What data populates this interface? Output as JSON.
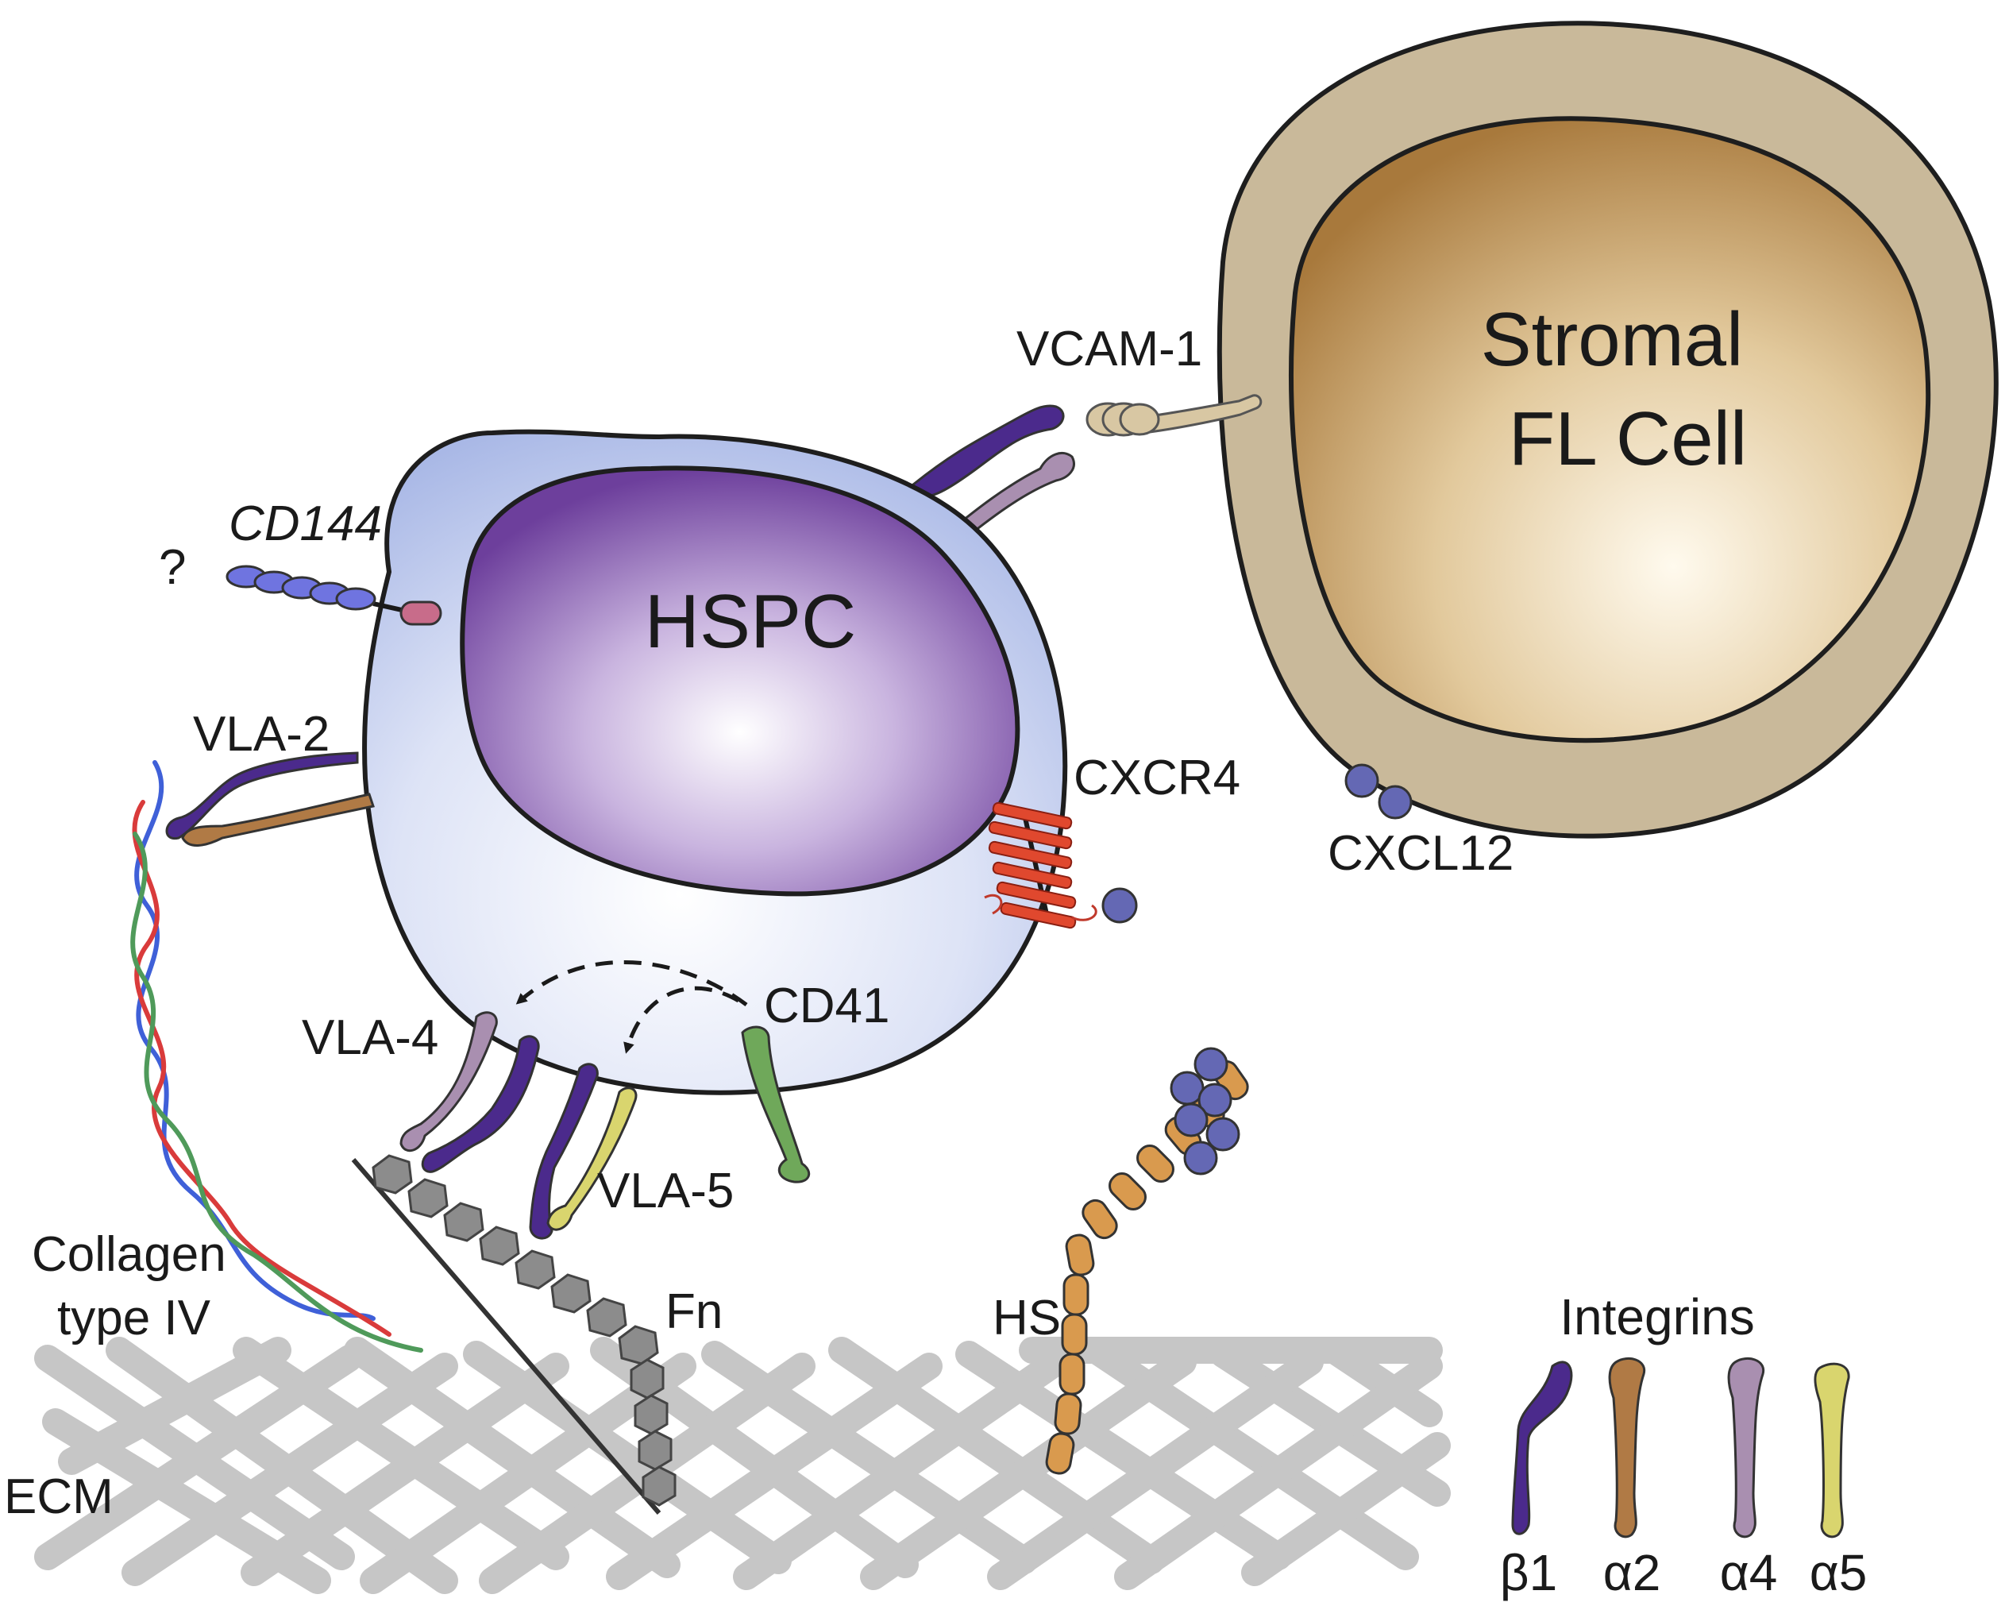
{
  "cells": {
    "hspc": "HSPC",
    "stromal_line1": "Stromal",
    "stromal_line2": "FL Cell"
  },
  "labels": {
    "question": "?",
    "cd144": "CD144",
    "vla2": "VLA-2",
    "vla4": "VLA-4",
    "vla5": "VLA-5",
    "cd41": "CD41",
    "cxcr4": "CXCR4",
    "vcam1": "VCAM-1",
    "cxcl12": "CXCL12",
    "collagen_line1": "Collagen",
    "collagen_line2": "type IV",
    "fn": "Fn",
    "hs": "HS",
    "ecm": "ECM"
  },
  "legend": {
    "title": "Integrins",
    "items": [
      {
        "label": "β1",
        "color": "#4b2a8c",
        "icon": "beta1-integrin-icon"
      },
      {
        "label": "α2",
        "color": "#b07a45",
        "icon": "alpha2-integrin-icon"
      },
      {
        "label": "α4",
        "color": "#a98fb0",
        "icon": "alpha4-integrin-icon"
      },
      {
        "label": "α5",
        "color": "#d9d56e",
        "icon": "alpha5-integrin-icon"
      }
    ]
  },
  "colors": {
    "hspc_cytoplasm": "#c9d3f0",
    "hspc_nucleus": "#7a4fa8",
    "stromal_cytoplasm": "#c9b99a",
    "stromal_nucleus": "#b98f52",
    "cxcr4": "#e0482e",
    "chemokine": "#6468b4",
    "collagen": [
      "#3f60d8",
      "#d93b3b",
      "#4f9a5a"
    ],
    "fibronectin": "#8c8c8c",
    "heparan_sulfate": "#d99a4e",
    "ecm": "#bdbdbd",
    "cd41": "#6fa85a",
    "cd144": "#6f74e0"
  }
}
